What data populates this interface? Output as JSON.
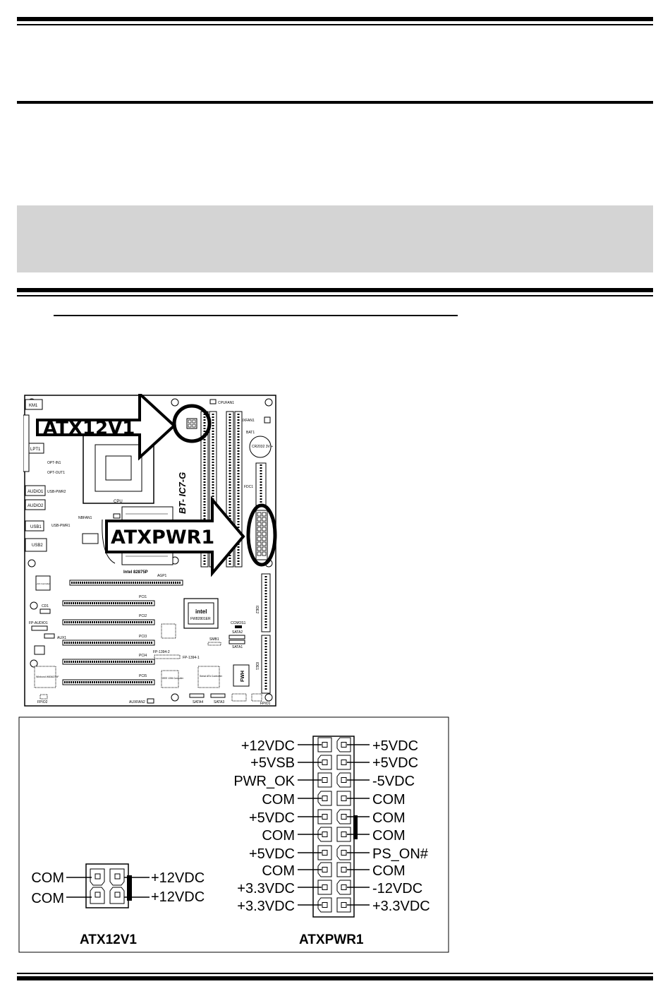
{
  "board": {
    "callout_atx12v1": "ATX12V1",
    "callout_atxpwr1": "ATXPWR1",
    "labels": {
      "km1": "KM1",
      "cpufan1": "CPUFAN1",
      "auxfan1": "AUXFAN1",
      "bat1": "BAT1",
      "battery": "CR2032 3V +",
      "lpt1": "LPT1",
      "opt_in1": "OPT-IN1",
      "opt_out1": "OPT-OUT1",
      "cpu": "CPU",
      "fdc1": "FDC1",
      "audio1": "AUDIO1",
      "usb_pwr2": "USB-PWR2",
      "audio2": "AUDIO2",
      "usb1": "USB1",
      "usb_pwr1": "USB-PWR1",
      "nbfan1": "NBFAN1",
      "usb2": "USB2",
      "intel_82875p": "Intel 82875P",
      "agp1": "AGP1",
      "lan_ctrl": "LAN Controller",
      "ide2": "IDE2",
      "pci1": "PCI1",
      "cd1": "CD1",
      "fp_audio1": "FP-AUDIO1",
      "intel_chip": "intel",
      "fw82801er": "FW82801ER",
      "pci2": "PCI2",
      "ccmos1": "CCMOS1",
      "sata2": "SATA2",
      "aux1": "AUX1",
      "pci3": "PCI3",
      "smb1": "SMB1",
      "sata1": "SATA1",
      "fp1394_2": "FP-1394-2",
      "fp1394_1": "FP-1394-1",
      "pci4": "PCI4",
      "ide1": "IDE1",
      "winbond": "Winbond W83627HF",
      "pci5": "PCI5",
      "ieee_ctrl": "IEEE 1394 Controller",
      "serial_ata": "Serial ATA Controller",
      "fwh": "FWH",
      "fpio2": "FPIO2",
      "auxfan2": "AUXFAN2",
      "sata4": "SATA4",
      "sata3": "SATA3",
      "fpio1": "FPIO1",
      "model": "BT- IC7-G"
    }
  },
  "pinout": {
    "atx12v1": {
      "left": [
        "COM",
        "COM"
      ],
      "right": [
        "+12VDC",
        "+12VDC"
      ],
      "caption": "ATX12V1"
    },
    "atxpwr1": {
      "left": [
        "+12VDC",
        "+5VSB",
        "PWR_OK",
        "COM",
        "+5VDC",
        "COM",
        "+5VDC",
        "COM",
        "+3.3VDC",
        "+3.3VDC"
      ],
      "right": [
        "+5VDC",
        "+5VDC",
        "-5VDC",
        "COM",
        "COM",
        "COM",
        "PS_ON#",
        "COM",
        "-12VDC",
        "+3.3VDC"
      ],
      "caption": "ATXPWR1"
    }
  }
}
